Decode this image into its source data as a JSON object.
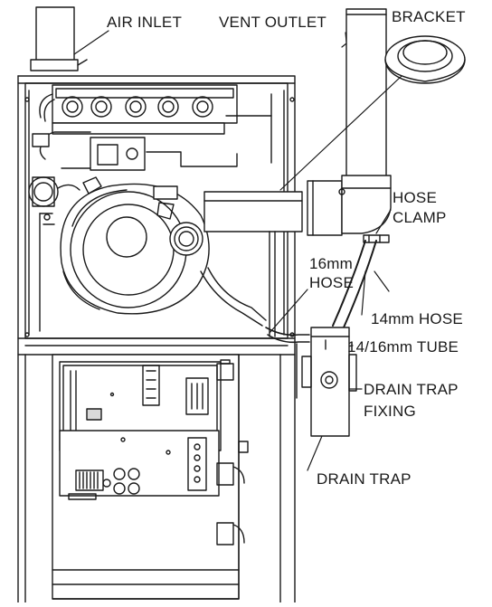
{
  "labels": {
    "air_inlet": "AIR INLET",
    "vent_outlet": "VENT OUTLET",
    "bracket": "BRACKET",
    "hose_clamp_1": "HOSE",
    "hose_clamp_2": "CLAMP",
    "hose_16mm_1": "16mm",
    "hose_16mm_2": "HOSE",
    "hose_14mm": "14mm HOSE",
    "tube_14_16": "14/16mm TUBE",
    "drain_trap_fixing_1": "DRAIN TRAP",
    "drain_trap_fixing_2": "FIXING",
    "drain_trap": "DRAIN TRAP"
  },
  "colors": {
    "line": "#1a1a1a",
    "fill": "#ffffff",
    "shade": "#d9d9d9"
  }
}
